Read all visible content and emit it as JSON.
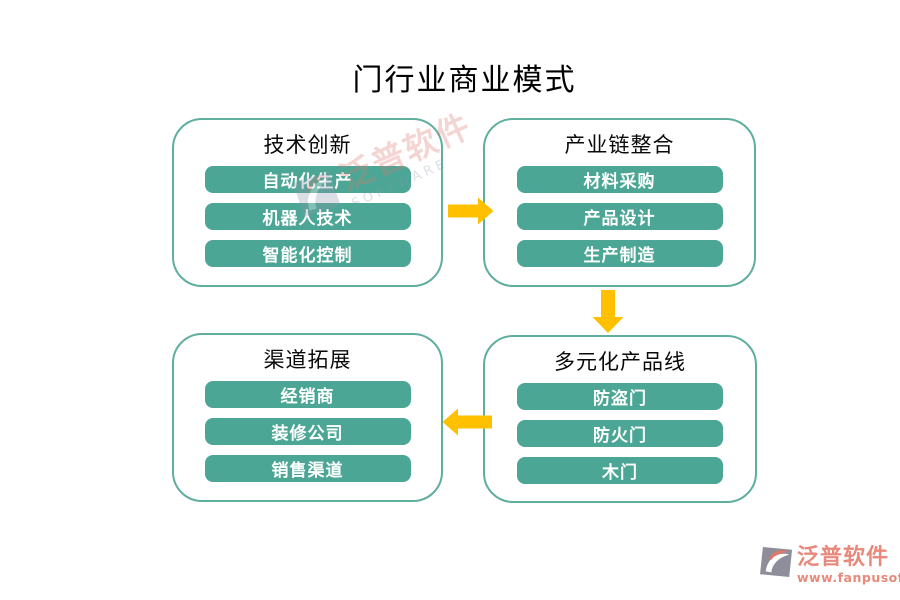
{
  "page": {
    "title": "门行业商业模式"
  },
  "groups": [
    {
      "title": "技术创新",
      "items": [
        "自动化生产",
        "机器人技术",
        "智能化控制"
      ]
    },
    {
      "title": "产业链整合",
      "items": [
        "材料采购",
        "产品设计",
        "生产制造"
      ]
    },
    {
      "title": "渠道拓展",
      "items": [
        "经销商",
        "装修公司",
        "销售渠道"
      ]
    },
    {
      "title": "多元化产品线",
      "items": [
        "防盗门",
        "防火门",
        "木门"
      ]
    }
  ],
  "arrows": [
    {
      "from": "技术创新",
      "to": "产业链整合",
      "direction": "right"
    },
    {
      "from": "产业链整合",
      "to": "多元化产品线",
      "direction": "down"
    },
    {
      "from": "多元化产品线",
      "to": "渠道拓展",
      "direction": "left"
    }
  ],
  "watermark": {
    "brand": "泛普软件",
    "software_label": "SOFTWARE",
    "url": "www.fanpusoft.com"
  },
  "colors": {
    "node_fill": "#4CA695",
    "box_border": "#5FAE9E",
    "arrow": "#FFC000",
    "watermark_text": "#E8897C",
    "title_text": "#000000",
    "node_text": "#FFFFFF"
  }
}
